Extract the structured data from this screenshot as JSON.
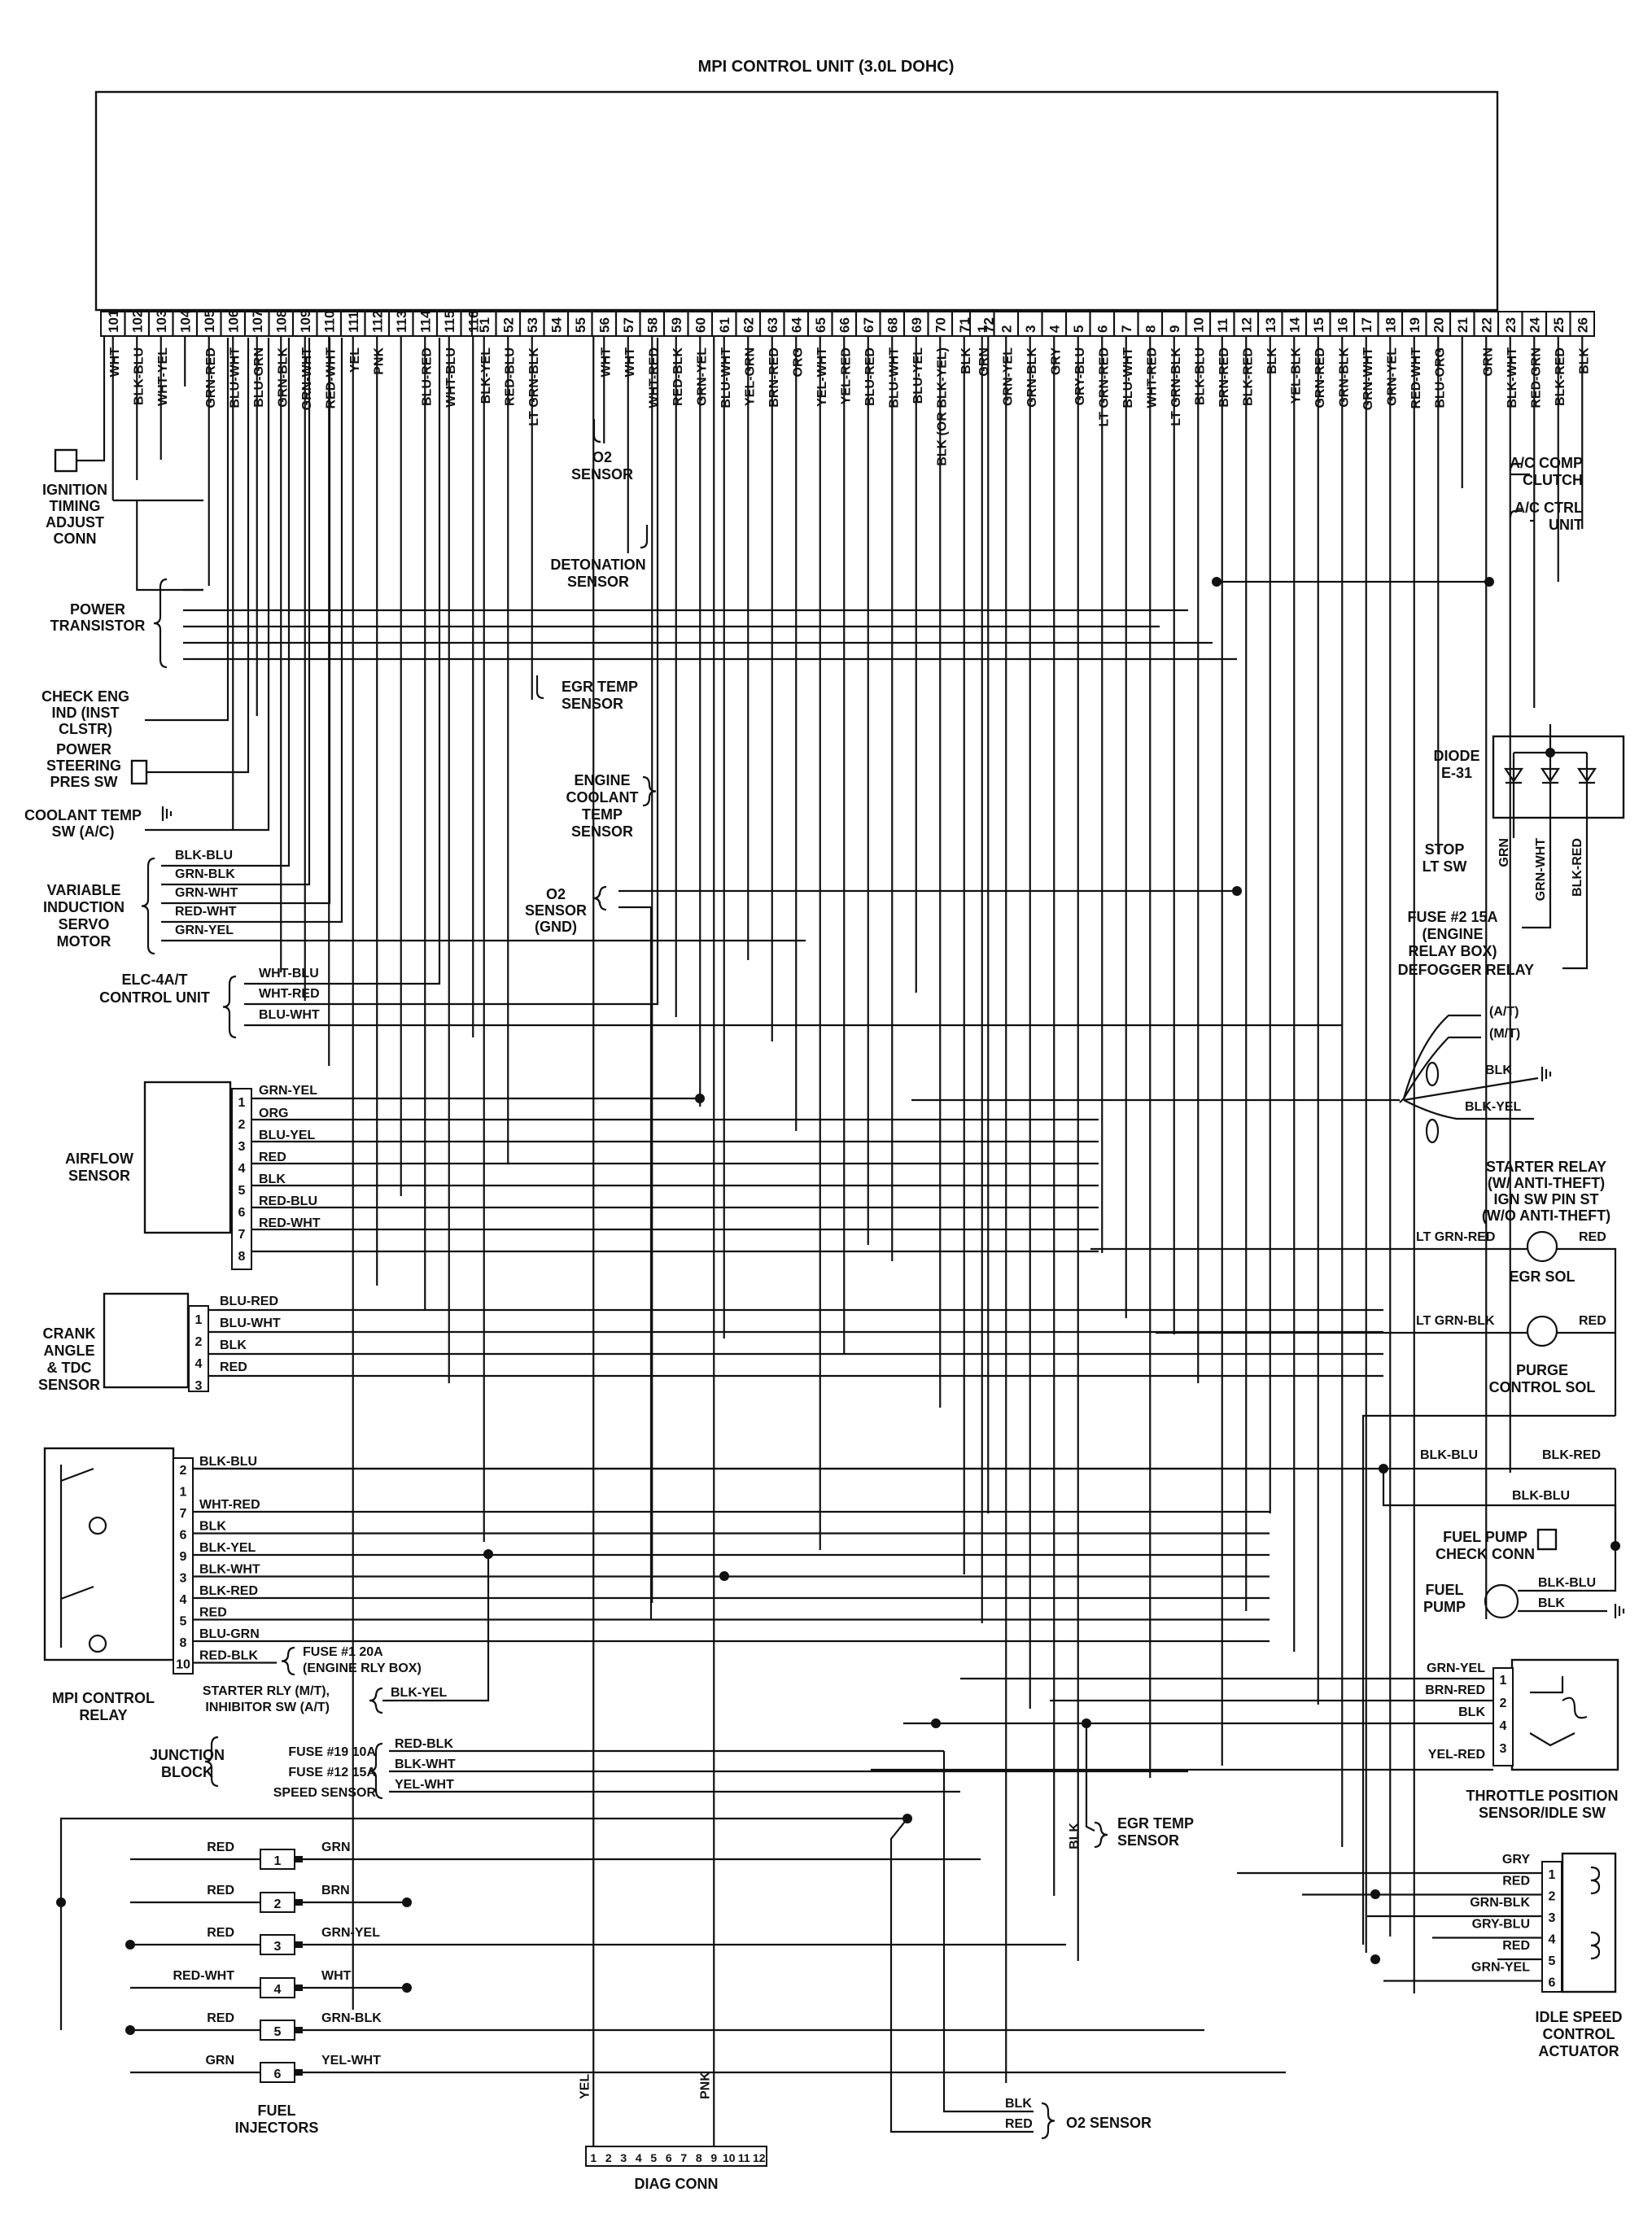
{
  "title": "MPI CONTROL UNIT (3.0L DOHC)",
  "ecu_pins": {
    "group_a": [
      {
        "n": "101",
        "c": "WHT"
      },
      {
        "n": "102",
        "c": "BLK-BLU"
      },
      {
        "n": "103",
        "c": "WHT-YEL"
      },
      {
        "n": "104",
        "c": ""
      },
      {
        "n": "105",
        "c": "GRN-RED"
      },
      {
        "n": "106",
        "c": "BLU-WHT"
      },
      {
        "n": "107",
        "c": "BLU-GRN"
      },
      {
        "n": "108",
        "c": "GRN-BLK"
      },
      {
        "n": "109",
        "c": "GRN-WHT"
      },
      {
        "n": "110",
        "c": "RED-WHT"
      },
      {
        "n": "111",
        "c": "YEL"
      },
      {
        "n": "112",
        "c": "PNK"
      },
      {
        "n": "113",
        "c": ""
      },
      {
        "n": "114",
        "c": "BLU-RED"
      },
      {
        "n": "115",
        "c": "WHT-BLU"
      },
      {
        "n": "116",
        "c": ""
      }
    ],
    "group_b": [
      {
        "n": "51",
        "c": "BLK-YEL"
      },
      {
        "n": "52",
        "c": "RED-BLU"
      },
      {
        "n": "53",
        "c": "LT GRN-BLK"
      },
      {
        "n": "54",
        "c": ""
      },
      {
        "n": "55",
        "c": ""
      },
      {
        "n": "56",
        "c": "WHT"
      },
      {
        "n": "57",
        "c": "WHT"
      },
      {
        "n": "58",
        "c": "WHT-RED"
      },
      {
        "n": "59",
        "c": "RED-BLK"
      },
      {
        "n": "60",
        "c": "GRN-YEL"
      },
      {
        "n": "61",
        "c": "BLU-WHT"
      },
      {
        "n": "62",
        "c": "YEL-GRN"
      },
      {
        "n": "63",
        "c": "BRN-RED"
      },
      {
        "n": "64",
        "c": "ORG"
      },
      {
        "n": "65",
        "c": "YEL-WHT"
      },
      {
        "n": "66",
        "c": "YEL-RED"
      },
      {
        "n": "67",
        "c": "BLU-RED"
      },
      {
        "n": "68",
        "c": "BLU-WHT"
      },
      {
        "n": "69",
        "c": "BLU-YEL"
      },
      {
        "n": "70",
        "c": "BLK (OR BLK-YEL)"
      },
      {
        "n": "71",
        "c": "BLK"
      },
      {
        "n": "72",
        "c": ""
      }
    ],
    "group_c": [
      {
        "n": "1",
        "c": "GRN"
      },
      {
        "n": "2",
        "c": "GRN-YEL"
      },
      {
        "n": "3",
        "c": "GRN-BLK"
      },
      {
        "n": "4",
        "c": "GRY"
      },
      {
        "n": "5",
        "c": "GRY-BLU"
      },
      {
        "n": "6",
        "c": "LT GRN-RED"
      },
      {
        "n": "7",
        "c": "BLU-WHT"
      },
      {
        "n": "8",
        "c": "WHT-RED"
      },
      {
        "n": "9",
        "c": "LT GRN-BLK"
      },
      {
        "n": "10",
        "c": "BLK-BLU"
      },
      {
        "n": "11",
        "c": "BRN-RED"
      },
      {
        "n": "12",
        "c": "BLK-RED"
      },
      {
        "n": "13",
        "c": "BLK"
      },
      {
        "n": "14",
        "c": "YEL-BLK"
      },
      {
        "n": "15",
        "c": "GRN-RED"
      },
      {
        "n": "16",
        "c": "GRN-BLK"
      },
      {
        "n": "17",
        "c": "GRN-WHT"
      },
      {
        "n": "18",
        "c": "GRN-YEL"
      },
      {
        "n": "19",
        "c": "RED-WHT"
      },
      {
        "n": "20",
        "c": "BLU-ORG"
      },
      {
        "n": "21",
        "c": ""
      },
      {
        "n": "22",
        "c": "GRN"
      },
      {
        "n": "23",
        "c": "BLK-WHT"
      },
      {
        "n": "24",
        "c": "RED-GRN"
      },
      {
        "n": "25",
        "c": "BLK-RED"
      },
      {
        "n": "26",
        "c": "BLK"
      }
    ]
  },
  "components": [
    {
      "id": "ign",
      "lines": [
        "IGNITION",
        "TIMING",
        "ADJUST",
        "CONN"
      ]
    },
    {
      "id": "pt",
      "lines": [
        "POWER",
        "TRANSISTOR"
      ]
    },
    {
      "id": "ce",
      "lines": [
        "CHECK ENG",
        "IND (INST",
        "CLSTR)"
      ]
    },
    {
      "id": "ps",
      "lines": [
        "POWER",
        "STEERING",
        "PRES SW"
      ]
    },
    {
      "id": "ct",
      "lines": [
        "COOLANT TEMP",
        "SW (A/C)"
      ]
    },
    {
      "id": "vis",
      "lines": [
        "VARIABLE",
        "INDUCTION",
        "SERVO",
        "MOTOR"
      ]
    },
    {
      "id": "elc",
      "lines": [
        "ELC-4A/T",
        "CONTROL UNIT"
      ]
    },
    {
      "id": "afs",
      "lines": [
        "AIRFLOW",
        "SENSOR"
      ]
    },
    {
      "id": "ca",
      "lines": [
        "CRANK",
        "ANGLE",
        "& TDC",
        "SENSOR"
      ]
    },
    {
      "id": "mpr",
      "lines": [
        "MPI CONTROL",
        "RELAY"
      ]
    },
    {
      "id": "jb",
      "lines": [
        "JUNCTION",
        "BLOCK"
      ]
    },
    {
      "id": "fi",
      "lines": [
        "FUEL",
        "INJECTORS"
      ]
    },
    {
      "id": "o2a",
      "lines": [
        "O2",
        "SENSOR"
      ]
    },
    {
      "id": "det",
      "lines": [
        "DETONATION",
        "SENSOR"
      ]
    },
    {
      "id": "egrt",
      "lines": [
        "EGR TEMP",
        "SENSOR"
      ]
    },
    {
      "id": "ect",
      "lines": [
        "ENGINE",
        "COOLANT",
        "TEMP",
        "SENSOR"
      ]
    },
    {
      "id": "o2g",
      "lines": [
        "O2",
        "SENSOR",
        "(GND)"
      ]
    },
    {
      "id": "acc",
      "lines": [
        "A/C COMP",
        "CLUTCH"
      ]
    },
    {
      "id": "acu",
      "lines": [
        "A/C CTRL",
        "UNIT"
      ]
    },
    {
      "id": "diode",
      "lines": [
        "DIODE",
        "E-31"
      ]
    },
    {
      "id": "stop",
      "lines": [
        "STOP",
        "LT SW"
      ]
    },
    {
      "id": "fuse2",
      "lines": [
        "FUSE #2 15A",
        "(ENGINE",
        "RELAY BOX)"
      ]
    },
    {
      "id": "defog",
      "lines": [
        "DEFOGGER RELAY"
      ]
    },
    {
      "id": "sr",
      "lines": [
        "STARTER RELAY",
        "(W/ ANTI-THEFT)",
        "IGN SW PIN ST",
        "(W/O ANTI-THEFT)"
      ]
    },
    {
      "id": "egrs",
      "lines": [
        "EGR SOL"
      ]
    },
    {
      "id": "purge",
      "lines": [
        "PURGE",
        "CONTROL SOL"
      ]
    },
    {
      "id": "fpc",
      "lines": [
        "FUEL PUMP",
        "CHECK CONN"
      ]
    },
    {
      "id": "fp",
      "lines": [
        "FUEL",
        "PUMP"
      ]
    },
    {
      "id": "tps",
      "lines": [
        "THROTTLE POSITION",
        "SENSOR/IDLE SW"
      ]
    },
    {
      "id": "egrt2",
      "lines": [
        "EGR TEMP",
        "SENSOR"
      ]
    },
    {
      "id": "isc",
      "lines": [
        "IDLE SPEED",
        "CONTROL",
        "ACTUATOR"
      ]
    },
    {
      "id": "o2b",
      "lines": [
        "O2 SENSOR"
      ]
    },
    {
      "id": "diag",
      "lines": [
        "DIAG CONN"
      ]
    }
  ],
  "labels": [
    {
      "id": "vis1",
      "t": "BLK-BLU"
    },
    {
      "id": "vis2",
      "t": "GRN-BLK"
    },
    {
      "id": "vis3",
      "t": "GRN-WHT"
    },
    {
      "id": "vis4",
      "t": "RED-WHT"
    },
    {
      "id": "vis5",
      "t": "GRN-YEL"
    },
    {
      "id": "elc1",
      "t": "WHT-BLU"
    },
    {
      "id": "elc2",
      "t": "WHT-RED"
    },
    {
      "id": "elc3",
      "t": "BLU-WHT"
    },
    {
      "id": "af0",
      "t": "GRN-YEL"
    },
    {
      "id": "af1",
      "t": "ORG"
    },
    {
      "id": "af2",
      "t": "BLU-YEL"
    },
    {
      "id": "af3",
      "t": "RED"
    },
    {
      "id": "af4",
      "t": "BLK"
    },
    {
      "id": "af5",
      "t": "RED-BLU"
    },
    {
      "id": "af6",
      "t": "RED-WHT"
    },
    {
      "id": "ca1",
      "t": "BLU-RED"
    },
    {
      "id": "ca2",
      "t": "BLU-WHT"
    },
    {
      "id": "ca3",
      "t": "BLK"
    },
    {
      "id": "ca4",
      "t": "RED"
    },
    {
      "id": "mp2",
      "t": "BLK-BLU"
    },
    {
      "id": "mp7",
      "t": "WHT-RED"
    },
    {
      "id": "mp6",
      "t": "BLK"
    },
    {
      "id": "mp9",
      "t": "BLK-YEL"
    },
    {
      "id": "mp3a",
      "t": "BLK-WHT"
    },
    {
      "id": "mp3",
      "t": "BLK-RED"
    },
    {
      "id": "mp4",
      "t": "RED"
    },
    {
      "id": "mp5",
      "t": "BLU-GRN"
    },
    {
      "id": "mp10",
      "t": "RED-BLK"
    },
    {
      "id": "fuse1a",
      "t": "FUSE #1 20A"
    },
    {
      "id": "fuse1b",
      "t": "(ENGINE RLY BOX)"
    },
    {
      "id": "stra",
      "t": "STARTER RLY (M/T),"
    },
    {
      "id": "strb",
      "t": "INHIBITOR SW (A/T)"
    },
    {
      "id": "strc",
      "t": "BLK-YEL"
    },
    {
      "id": "f19",
      "t": "FUSE #19 10A"
    },
    {
      "id": "f19c",
      "t": "RED-BLK"
    },
    {
      "id": "f12",
      "t": "FUSE #12 15A"
    },
    {
      "id": "f12c",
      "t": "BLK-WHT"
    },
    {
      "id": "spd",
      "t": "SPEED SENSOR"
    },
    {
      "id": "spdc",
      "t": "YEL-WHT"
    },
    {
      "id": "inj1a",
      "t": "RED"
    },
    {
      "id": "inj1b",
      "t": "GRN"
    },
    {
      "id": "inj2a",
      "t": "RED"
    },
    {
      "id": "inj2b",
      "t": "BRN"
    },
    {
      "id": "inj3a",
      "t": "RED"
    },
    {
      "id": "inj3b",
      "t": "GRN-YEL"
    },
    {
      "id": "inj4a",
      "t": "RED-WHT"
    },
    {
      "id": "inj4b",
      "t": "WHT"
    },
    {
      "id": "inj5a",
      "t": "RED"
    },
    {
      "id": "inj5b",
      "t": "GRN-BLK"
    },
    {
      "id": "inj6a",
      "t": "GRN"
    },
    {
      "id": "inj6b",
      "t": "YEL-WHT"
    },
    {
      "id": "yel",
      "t": "YEL"
    },
    {
      "id": "pnk",
      "t": "PNK"
    },
    {
      "id": "o2bb",
      "t": "BLK"
    },
    {
      "id": "o2br",
      "t": "RED"
    },
    {
      "id": "dgrn",
      "t": "GRN"
    },
    {
      "id": "dgw",
      "t": "GRN-WHT"
    },
    {
      "id": "dbr",
      "t": "BLK-RED"
    },
    {
      "id": "at",
      "t": "(A/T)"
    },
    {
      "id": "mt",
      "t": "(M/T)"
    },
    {
      "id": "srb",
      "t": "BLK"
    },
    {
      "id": "sry",
      "t": "BLK-YEL"
    },
    {
      "id": "egl",
      "t": "LT GRN-RED"
    },
    {
      "id": "egr",
      "t": "RED"
    },
    {
      "id": "pgl",
      "t": "LT GRN-BLK"
    },
    {
      "id": "pgr",
      "t": "RED"
    },
    {
      "id": "fb1",
      "t": "BLK-BLU"
    },
    {
      "id": "fb2",
      "t": "BLK-RED"
    },
    {
      "id": "fb3",
      "t": "BLK-BLU"
    },
    {
      "id": "fb4",
      "t": "BLK-BLU"
    },
    {
      "id": "fb5",
      "t": "BLK"
    },
    {
      "id": "tp1",
      "t": "GRN-YEL"
    },
    {
      "id": "tp2",
      "t": "BRN-RED"
    },
    {
      "id": "tp3",
      "t": "BLK"
    },
    {
      "id": "tp4",
      "t": "YEL-RED"
    },
    {
      "id": "blk2",
      "t": "BLK"
    },
    {
      "id": "is1",
      "t": "GRY"
    },
    {
      "id": "is2",
      "t": "RED"
    },
    {
      "id": "is3",
      "t": "GRN-BLK"
    },
    {
      "id": "is4",
      "t": "GRY-BLU"
    },
    {
      "id": "is5",
      "t": "RED"
    },
    {
      "id": "is6",
      "t": "GRN-YEL"
    }
  ],
  "pin_numbers": {
    "airflow": [
      "1",
      "2",
      "3",
      "4",
      "5",
      "6",
      "7",
      "8"
    ],
    "crank": [
      "1",
      "2",
      "4",
      "3"
    ],
    "relay": [
      "2",
      "1",
      "7",
      "6",
      "9",
      "3",
      "4",
      "5",
      "8",
      "10"
    ],
    "tps": [
      "1",
      "2",
      "4",
      "3"
    ],
    "isc": [
      "1",
      "2",
      "3",
      "4",
      "5",
      "6"
    ],
    "injectors": [
      "1",
      "2",
      "3",
      "4",
      "5",
      "6"
    ],
    "diag": [
      "1",
      "2",
      "3",
      "4",
      "5",
      "6",
      "7",
      "8",
      "9",
      "10",
      "11",
      "12"
    ]
  }
}
